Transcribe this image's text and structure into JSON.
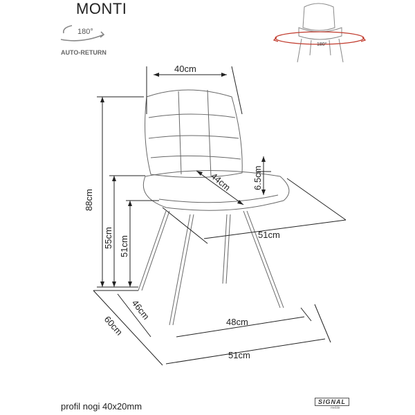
{
  "header": {
    "title": "MONTI",
    "rotation_label": "180°",
    "auto_return_label": "AUTO-RETURN",
    "swivel_preview_label": "180°"
  },
  "dimensions": {
    "top_width": "40cm",
    "total_height": "88cm",
    "armrest_height": "55cm",
    "seat_height": "51cm",
    "seat_depth": "44cm",
    "backrest_tilt": "6.5cm",
    "seat_width": "51cm",
    "leg_depth": "46cm",
    "total_depth": "60cm",
    "leg_width": "48cm",
    "total_width": "51cm"
  },
  "footer": {
    "note": "profil nogi 40x20mm",
    "brand": "SIGNAL",
    "brand_sub": "meble"
  },
  "colors": {
    "line": "#222222",
    "chair_outline": "#666666",
    "swivel_arrow": "#c0392b"
  }
}
